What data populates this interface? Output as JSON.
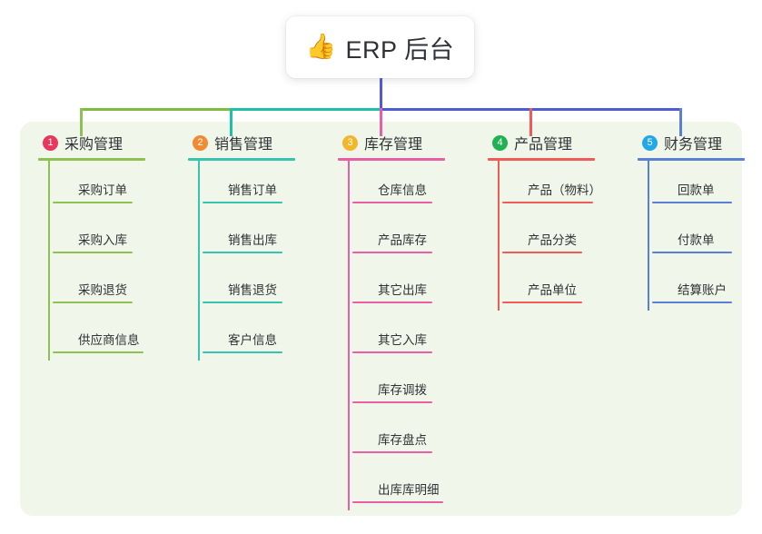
{
  "title": {
    "icon": "thumbs-up-emoji",
    "emoji": "👍",
    "text": "ERP 后台"
  },
  "theme": {
    "page_background": "#ffffff",
    "panel_background": "#f0f7ea",
    "text_color": "#303236"
  },
  "connector": {
    "root_line_color": "#4f5bd5",
    "bar_segment_colors": [
      "#7dbb42",
      "#1ec0a8",
      "#4f5bd5"
    ]
  },
  "columns": [
    {
      "index": "1",
      "title": "采购管理",
      "badge_color": "#e8365d",
      "line_color": "#8dc152",
      "drop_color": "#8dc152",
      "items": [
        "采购订单",
        "采购入库",
        "采购退货",
        "供应商信息"
      ]
    },
    {
      "index": "2",
      "title": "销售管理",
      "badge_color": "#f08a35",
      "line_color": "#37c3b0",
      "drop_color": "#1ec0a8",
      "items": [
        "销售订单",
        "销售出库",
        "销售退货",
        "客户信息"
      ]
    },
    {
      "index": "3",
      "title": "库存管理",
      "badge_color": "#f2b62b",
      "line_color": "#e85fa6",
      "drop_color": "#e85fa6",
      "items": [
        "仓库信息",
        "产品库存",
        "其它出库",
        "其它入库",
        "库存调拨",
        "库存盘点",
        "出库库明细"
      ]
    },
    {
      "index": "4",
      "title": "产品管理",
      "badge_color": "#21b152",
      "line_color": "#ef5b56",
      "drop_color": "#ef5b56",
      "items": [
        "产品（物料）",
        "产品分类",
        "产品单位"
      ]
    },
    {
      "index": "5",
      "title": "财务管理",
      "badge_color": "#22a7e8",
      "line_color": "#5b7fd4",
      "drop_color": "#5b7fd4",
      "items": [
        "回款单",
        "付款单",
        "结算账户"
      ]
    }
  ]
}
